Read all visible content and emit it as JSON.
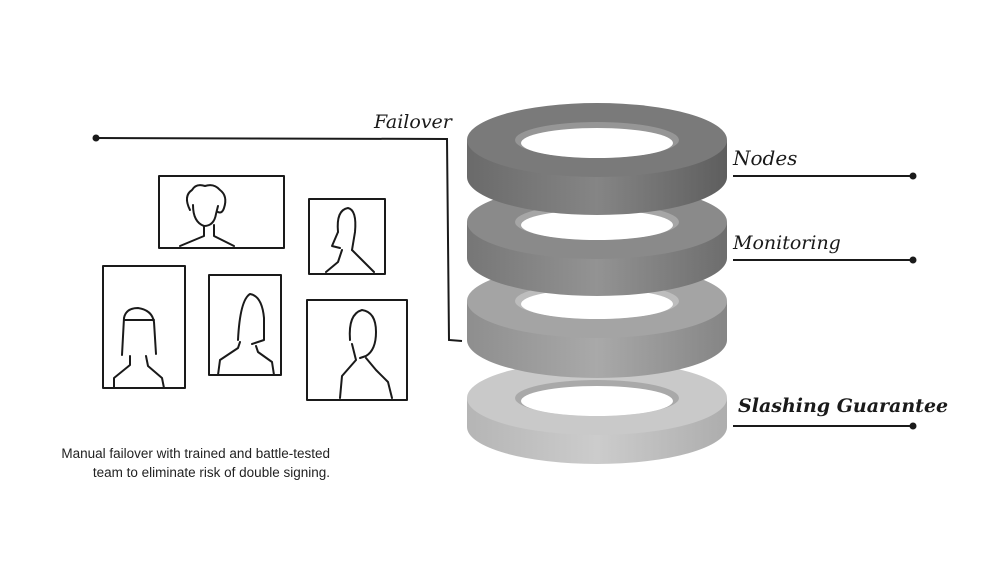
{
  "labels": {
    "failover": "Failover",
    "nodes": "Nodes",
    "monitoring": "Monitoring",
    "slashing": "Slashing Guarantee"
  },
  "caption": "Manual failover with trained and battle-tested team to eliminate risk of double signing.",
  "colors": {
    "ring_1": "#6f6f6f",
    "ring_2": "#7d7d7d",
    "ring_3": "#979797",
    "ring_4": "#bdbdbd",
    "line": "#1a1a1a"
  }
}
